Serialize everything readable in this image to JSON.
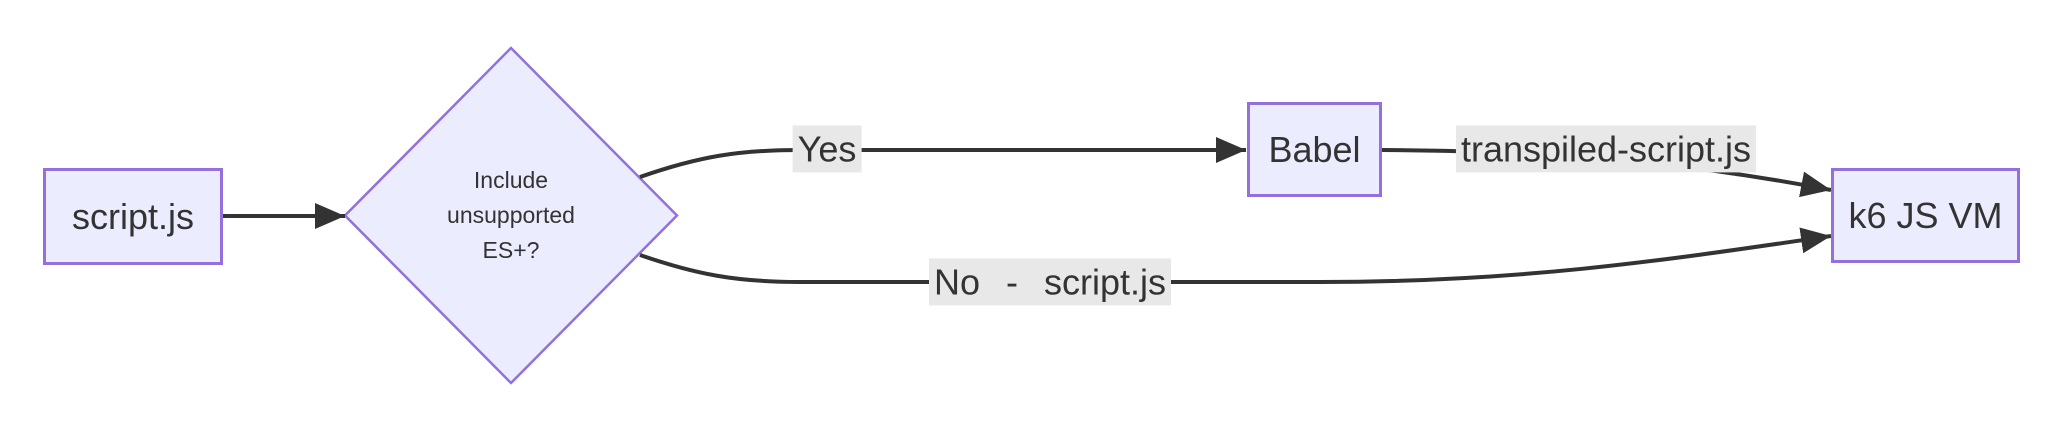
{
  "diagram": {
    "type": "flowchart",
    "direction": "left-to-right",
    "nodes": {
      "script": {
        "label": "script.js",
        "shape": "rect"
      },
      "decision": {
        "shape": "diamond",
        "label_lines": [
          "Include",
          "unsupported",
          "ES+?"
        ]
      },
      "babel": {
        "label": "Babel",
        "shape": "rect"
      },
      "k6": {
        "label": "k6 JS VM",
        "shape": "rect"
      }
    },
    "edges": {
      "script_to_decision": {
        "from": "script.js",
        "to": "decision",
        "label": ""
      },
      "yes_to_babel": {
        "from": "decision",
        "to": "Babel",
        "label": "Yes"
      },
      "babel_to_k6": {
        "from": "Babel",
        "to": "k6 JS VM",
        "label": "transpiled-script.js"
      },
      "no_to_k6": {
        "from": "decision",
        "to": "k6 JS VM",
        "label": "No - script.js"
      }
    },
    "colors": {
      "background": "#ffffff",
      "node_fill": "#ECECFF",
      "node_border": "#9370DB",
      "edge_line": "#333333",
      "text": "#333333",
      "edge_label_bg": "#e8e8e8"
    }
  }
}
